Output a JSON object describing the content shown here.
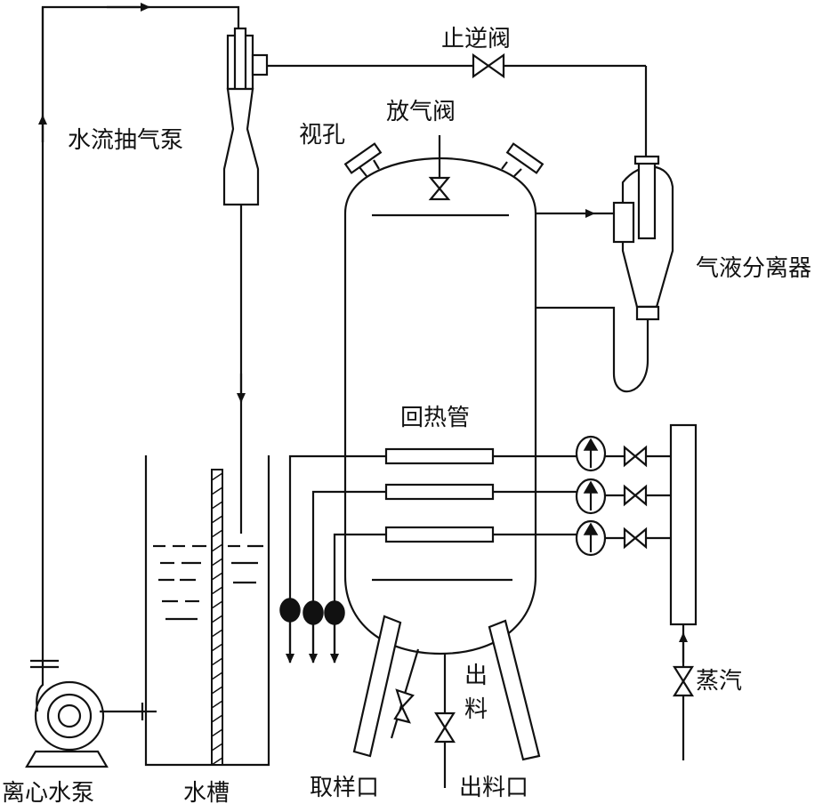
{
  "labels": {
    "check_valve": "止逆阀",
    "water_jet_pump": "水流抽气泵",
    "sight_glass": "视孔",
    "vent_valve": "放气阀",
    "gas_liquid_separator": "气液分离器",
    "reheat_tube": "回热管",
    "discharge_vertical": "出料",
    "sampling_port": "取样口",
    "discharge_port": "出料口",
    "steam": "蒸汽",
    "centrifugal_pump": "离心水泵",
    "water_tank": "水槽"
  },
  "colors": {
    "line": "#111111",
    "background": "#ffffff"
  }
}
